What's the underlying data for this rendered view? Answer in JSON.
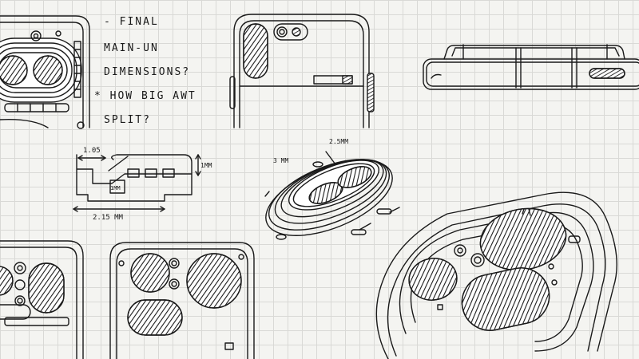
{
  "notes": {
    "line1": "- FINAL",
    "line2": "MAIN-UN",
    "line3": "DIMENSIONS?",
    "line4": "* HOW BIG AWT",
    "line5": "SPLIT?"
  },
  "dimensions": {
    "width_top": "1.05",
    "height_right": "1MM",
    "inner": "1MM",
    "width_bottom": "2.15 MM",
    "iso_left": "3 MM",
    "iso_top": "2.5MM"
  },
  "colors": {
    "ink": "#1a1a1a",
    "paper": "#f4f4f1",
    "grid": "#d9d9d6"
  }
}
